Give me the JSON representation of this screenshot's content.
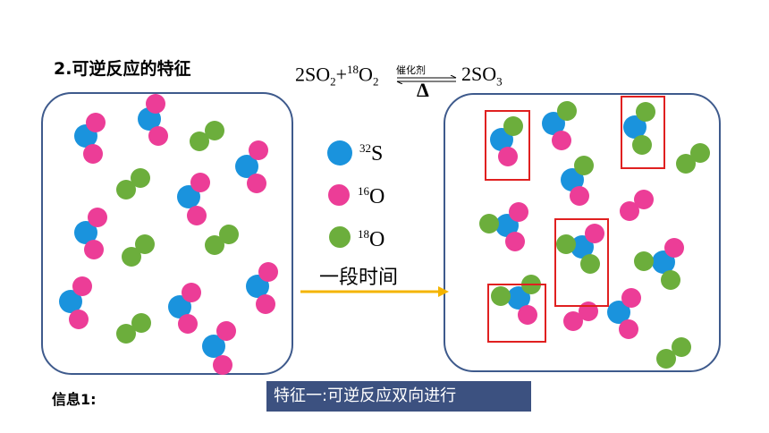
{
  "title": "2.可逆反应的特征",
  "equation": {
    "reactant_1": "2SO",
    "reactant_1_sub": "2",
    "plus": "+",
    "reactant_2_sup": "18",
    "reactant_2": "O",
    "reactant_2_sub": "2",
    "catalyst": "催化剂",
    "condition": "Δ",
    "product": "2SO",
    "product_sub": "3"
  },
  "legend": {
    "sulfur_sup": "32",
    "sulfur_symbol": "S",
    "oxygen16_sup": "16",
    "oxygen16_symbol": "O",
    "oxygen18_sup": "18",
    "oxygen18_symbol": "O"
  },
  "time_label": "一段时间",
  "info_label": "信息1:",
  "feature_label": "特征一:可逆反应双向进行",
  "colors": {
    "sulfur": "#1a93dd",
    "oxygen16": "#ec3d97",
    "oxygen18": "#6cae3c",
    "box_border": "#3e5a8c",
    "highlight": "#e02020",
    "arrow": "#f4b400",
    "feature_bg": "#3c5180"
  }
}
